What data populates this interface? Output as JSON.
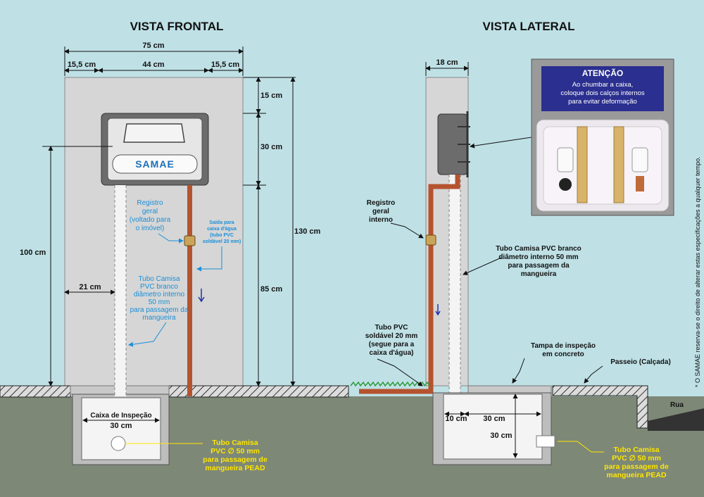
{
  "titles": {
    "front": "VISTA FRONTAL",
    "side": "VISTA LATERAL"
  },
  "front": {
    "dims": {
      "total_width": "75 cm",
      "left_margin": "15,5 cm",
      "center": "44 cm",
      "right_margin": "15,5 cm",
      "top": "15 cm",
      "box_height": "30 cm",
      "lower": "85 cm",
      "total_height": "130 cm",
      "registro_height": "100 cm",
      "tube_offset": "21 cm",
      "inspecao_width": "30 cm"
    },
    "logo": "SAMAE",
    "registro_lines": [
      "Registro",
      "geral",
      "(voltado para",
      "o imóvel)"
    ],
    "saida_lines": [
      "Saída para",
      "caixa d'água",
      "(tubo PVC",
      "soldável 20 mm)"
    ],
    "tubo_camisa_lines": [
      "Tubo Camisa",
      "PVC branco",
      "diâmetro interno",
      "50 mm",
      "para passagem da",
      "mangueira"
    ],
    "caixa_inspecao": "Caixa de Inspeção",
    "pead_lines": [
      "Tubo Camisa",
      "PVC ∅ 50 mm",
      "para passagem de",
      "mangueira PEAD"
    ]
  },
  "side": {
    "dims": {
      "width": "18 cm",
      "offset": "10 cm",
      "box_w": "30 cm",
      "box_h": "30 cm"
    },
    "registro_lines": [
      "Registro",
      "geral",
      "interno"
    ],
    "tubo_camisa_lines": [
      "Tubo Camisa PVC branco",
      "diâmetro interno 50 mm",
      "para passagem da",
      "mangueira"
    ],
    "tubo_pvc_lines": [
      "Tubo PVC",
      "soldável 20 mm",
      "(segue para a",
      "caixa d'água)"
    ],
    "tampa_lines": [
      "Tampa de inspeção",
      "em concreto"
    ],
    "passeio": "Passeio (Calçada)",
    "rua": "Rua",
    "pead_lines": [
      "Tubo Camisa",
      "PVC ∅ 50 mm",
      "para passagem de",
      "mangueira PEAD"
    ]
  },
  "attention": {
    "title": "ATENÇÃO",
    "lines": [
      "Ao chumbar a caixa,",
      "coloque dois calços internos",
      "para evitar deformação"
    ]
  },
  "side_note": "* O SAMAE reserva-se o direito de alterar estas especificações a qualquer tempo.",
  "colors": {
    "background": "#bfe1e6",
    "soil": "#7d8877",
    "pipe": "#b5532e",
    "callout_blue": "#1a8fd8",
    "callout_yellow": "#ffe600",
    "attention_bg": "#2b2f8f"
  }
}
